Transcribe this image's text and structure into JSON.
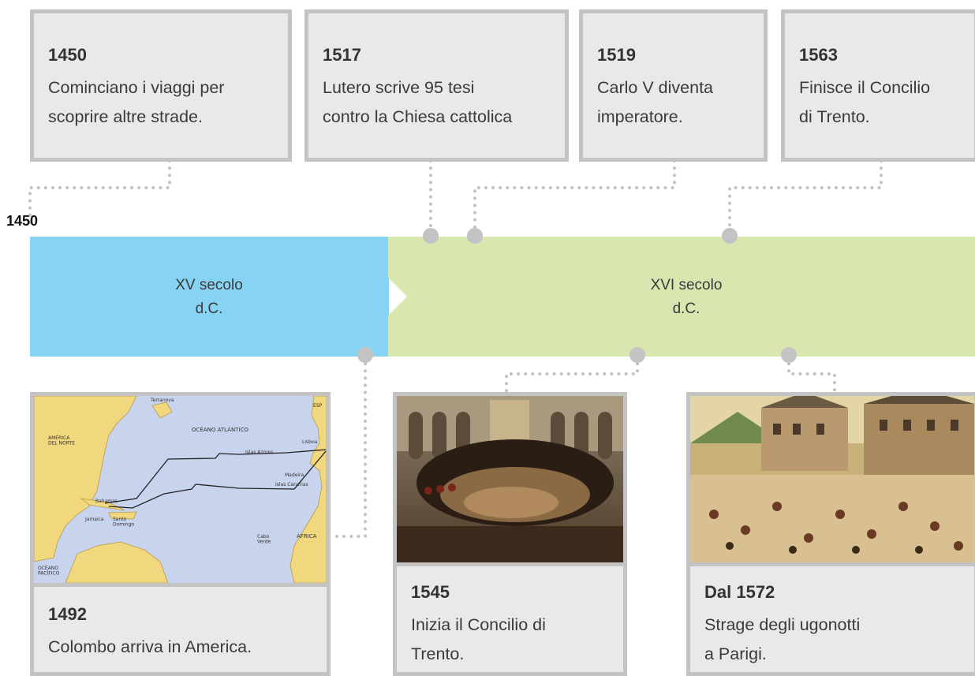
{
  "start_year": "1450",
  "segments": [
    {
      "label": "XV secolo\nd.C.",
      "color": "#87d3f3"
    },
    {
      "label": "XVI secolo\nd.C.",
      "color": "#d8e6b0"
    }
  ],
  "top_events": [
    {
      "year": "1450",
      "text": "Cominciano i viaggi per\nscoprire altre strade."
    },
    {
      "year": "1517",
      "text": "Lutero scrive 95 tesi\ncontro la Chiesa cattolica"
    },
    {
      "year": "1519",
      "text": "Carlo V diventa\nimperatore."
    },
    {
      "year": "1563",
      "text": "Finisce il Concilio\ndi Trento."
    }
  ],
  "bottom_events": [
    {
      "year": "1492",
      "text": "Colombo arriva in America.",
      "image": "map-of-columbus-voyage"
    },
    {
      "year": "1545",
      "text": "Inizia il Concilio di\nTrento.",
      "image": "painting-council-of-trent"
    },
    {
      "year": "Dal 1572",
      "text": "Strage degli ugonotti\na Parigi.",
      "image": "painting-st-bartholomew-massacre"
    }
  ],
  "map_labels": {
    "terranova": "Terranova",
    "america": "AMÉRICA\nDEL NORTE",
    "atlantic": "OCÉANO ATLÁNTICO",
    "azores": "Islas Azores",
    "madeira": "Madeira",
    "canarias": "Islas Canarias",
    "bahamas": "Bahamas",
    "santo": "Santo\nDomingo",
    "jamaica": "Jamaica",
    "cabo": "Cabo\nVerde",
    "africa": "ÁFRICA",
    "pacific": "OCÉANO\nPACÍFICO",
    "lisbon": "Lisboa",
    "esp": "ESP"
  },
  "colors": {
    "card_bg": "#e9e9e9",
    "card_border": "#c3c3c3",
    "dot": "#c3c3c3",
    "xv": "#87d3f3",
    "xvi": "#d8e6b0",
    "sea": "#c8d3ee",
    "land": "#f1d77e"
  }
}
